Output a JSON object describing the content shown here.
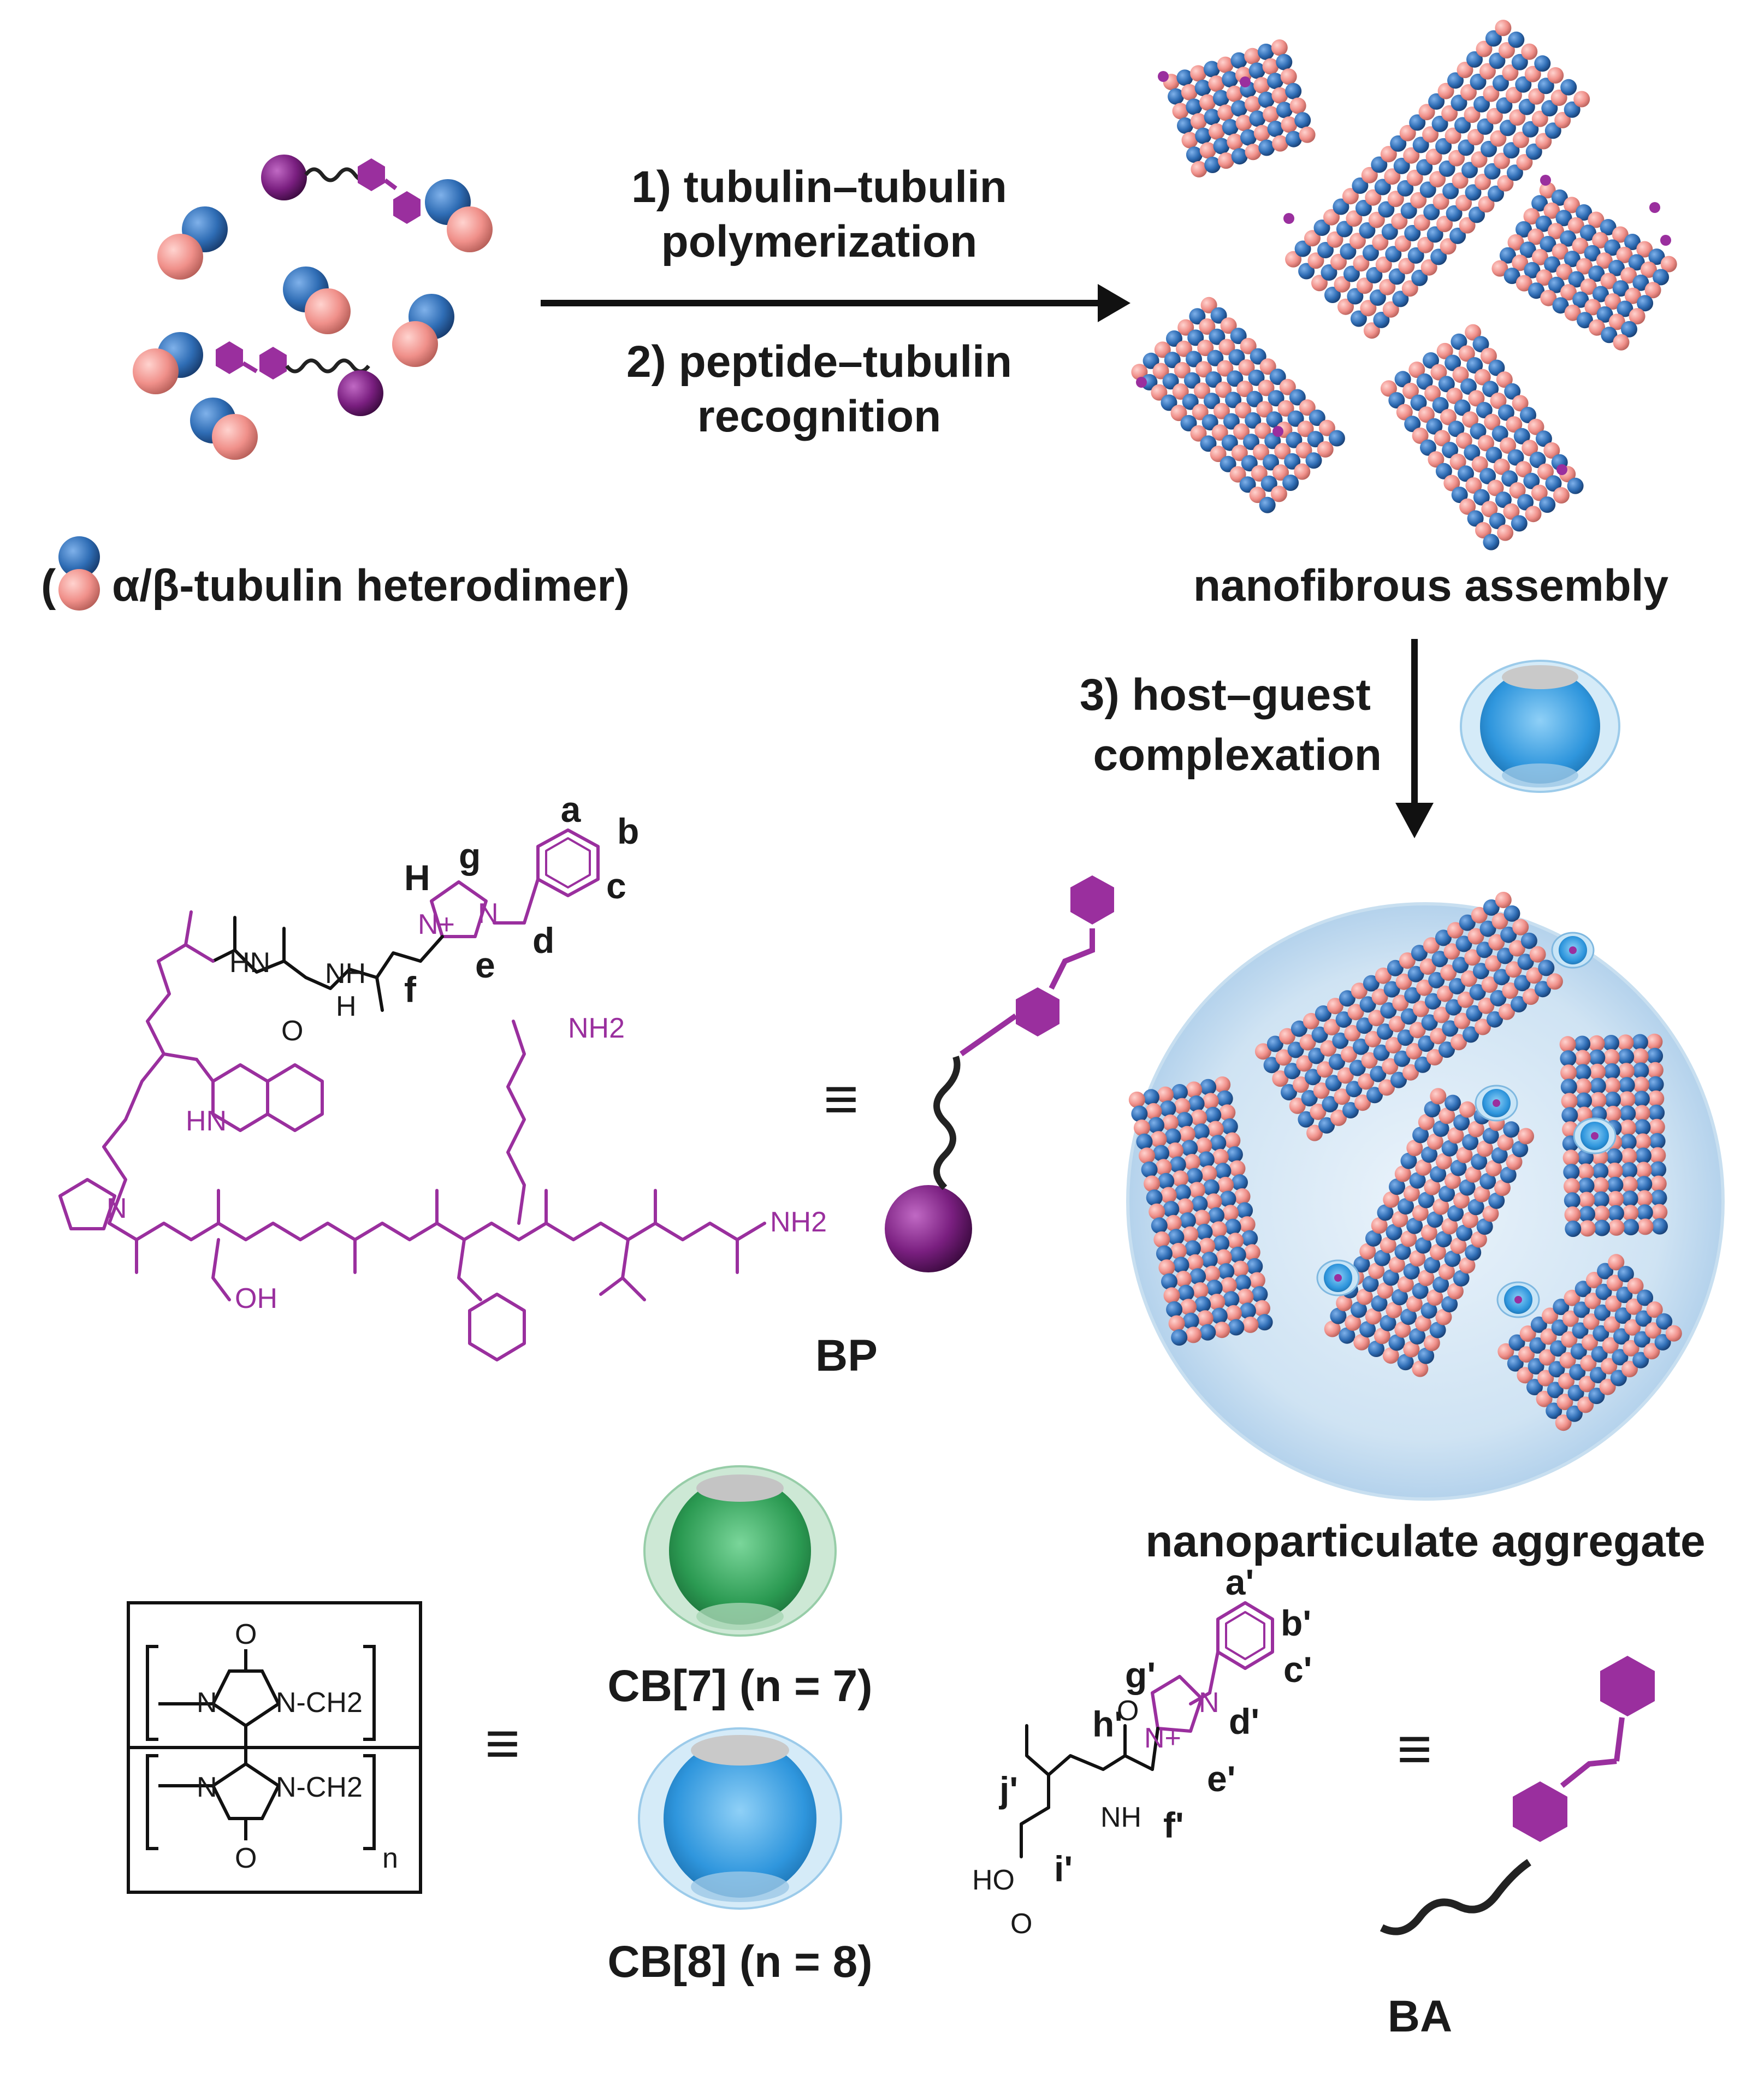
{
  "steps": {
    "step1_line1": "1) tubulin–tubulin",
    "step1_line2": "polymerization",
    "step2_line1": "2) peptide–tubulin",
    "step2_line2": "recognition",
    "step3_line1": "3) host–guest",
    "step3_line2": "complexation"
  },
  "labels": {
    "legend_open": "(",
    "legend_text": "α/β-tubulin heterodimer)",
    "nanofibrous": "nanofibrous assembly",
    "nanoparticulate": "nanoparticulate aggregate",
    "bp": "BP",
    "ba": "BA",
    "cb7": "CB[7] (n = 7)",
    "cb8": "CB[8] (n = 8)",
    "equiv": "≡"
  },
  "bp_atoms": {
    "a": "a",
    "b": "b",
    "c": "c",
    "d": "d",
    "e": "e",
    "f": "f",
    "g": "g",
    "h": "H",
    "nh2_top": "NH2",
    "nh2_end": "NH2",
    "oh": "OH",
    "hn_indole": "HN",
    "n_plus": "N+",
    "n_im": "N",
    "o": "O",
    "nh": "NH",
    "hn": "HN",
    "n": "N"
  },
  "ba_atoms": {
    "a": "a'",
    "b": "b'",
    "c": "c'",
    "d": "d'",
    "e": "e'",
    "f": "f'",
    "g": "g'",
    "h": "h'",
    "i": "i'",
    "j": "j'",
    "ho": "HO",
    "nh": "NH",
    "o1": "O",
    "o2": "O",
    "n_plus": "N+",
    "n_im": "N"
  },
  "cb_struct": {
    "o_top": "O",
    "o_bot": "O",
    "n": "N",
    "ch2": "N-CH2",
    "sub_n": "n"
  },
  "colors": {
    "tubulin_alpha": "#2f6db5",
    "tubulin_beta": "#f0908a",
    "peptide": "#9a2f9e",
    "cb7": "#2e9e52",
    "cb8": "#3a9fe0",
    "sphere": "#cfe3f3"
  }
}
